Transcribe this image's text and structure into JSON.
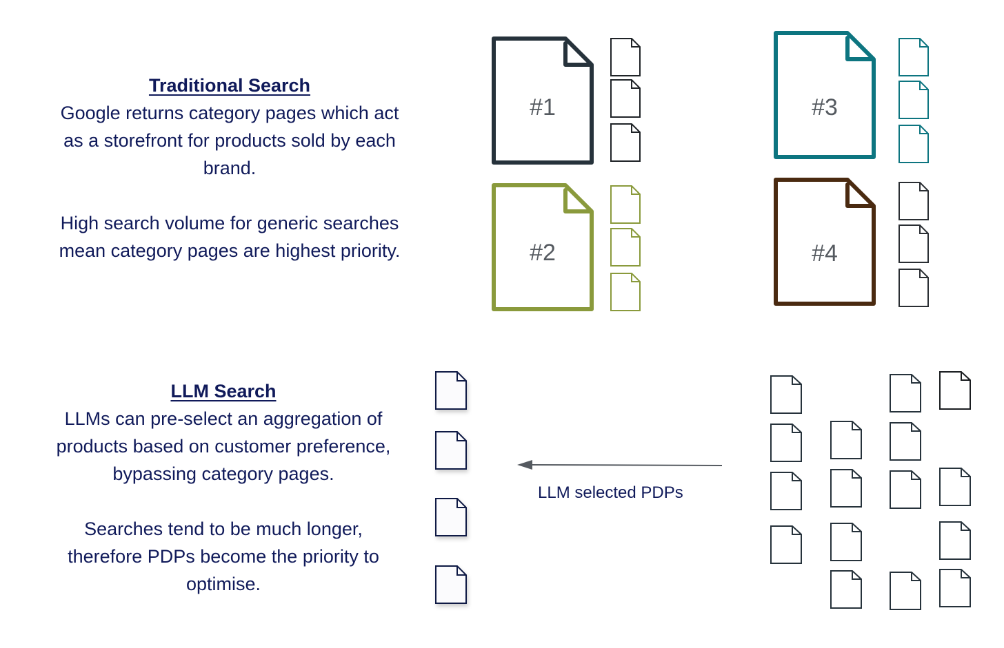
{
  "traditional": {
    "title": "Traditional Search",
    "para1": [
      "Google returns category pages which act",
      "as a storefront for products sold by each",
      "brand."
    ],
    "para2": [
      "High search volume for generic searches",
      "mean category pages are highest priority."
    ]
  },
  "llm": {
    "title": "LLM Search",
    "para1": [
      "LLMs can pre-select an aggregation of",
      "products based on customer preference,",
      "bypassing category pages."
    ],
    "para2": [
      "Searches tend to be much longer,",
      "therefore PDPs become the priority to",
      "optimise."
    ]
  },
  "categories": [
    {
      "label": "#1",
      "color": "#26323b",
      "sub_color": "#1f2327"
    },
    {
      "label": "#2",
      "color": "#8a9a3c",
      "sub_color": "#8a9a3c"
    },
    {
      "label": "#3",
      "color": "#0d7580",
      "sub_color": "#0d7580"
    },
    {
      "label": "#4",
      "color": "#4a2a10",
      "sub_color": "#2a2e33"
    }
  ],
  "arrow": {
    "label": "LLM selected PDPs",
    "color": "#555a60"
  },
  "colors": {
    "text": "#101a5a",
    "selected_doc": "#0f1a45",
    "pool_doc": "#26323b"
  }
}
